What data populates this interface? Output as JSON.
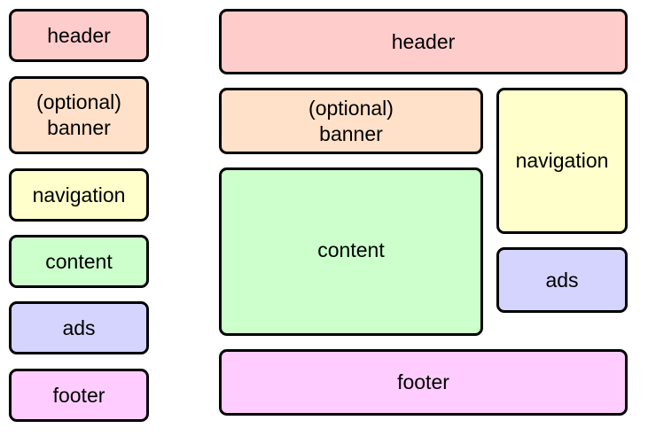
{
  "colors": {
    "header": "#ffcccc",
    "banner": "#ffe0c8",
    "navigation": "#ffffcc",
    "content": "#ccffcc",
    "ads": "#d4d4ff",
    "footer": "#ffccff",
    "border": "#000000"
  },
  "legend": {
    "header": "header",
    "banner_line1": "(optional)",
    "banner_line2": "banner",
    "navigation": "navigation",
    "content": "content",
    "ads": "ads",
    "footer": "footer"
  },
  "layout": {
    "header": "header",
    "banner_line1": "(optional)",
    "banner_line2": "banner",
    "navigation": "navigation",
    "content": "content",
    "ads": "ads",
    "footer": "footer"
  }
}
